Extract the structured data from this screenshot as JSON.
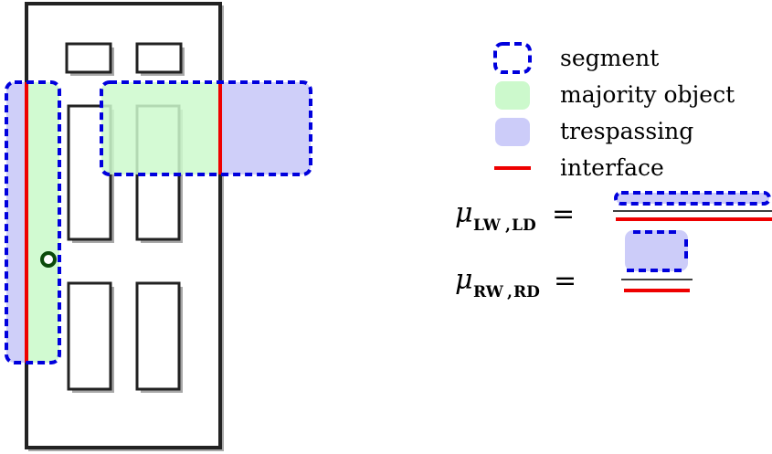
{
  "legend": {
    "segment": "segment",
    "majority": "majority object",
    "trespassing": "trespassing",
    "interface": "interface"
  },
  "formulas": {
    "lw_ld": {
      "mu": "μ",
      "sub_a": "LW",
      "comma": ",",
      "sub_b": "LD",
      "equals": "="
    },
    "rw_rd": {
      "mu": "μ",
      "sub_a": "RW",
      "comma": ",",
      "sub_b": "RD",
      "equals": "="
    }
  },
  "colors": {
    "segment_border": "#0000dd",
    "majority_fill": "#ccf9cc",
    "trespassing_fill": "#ccccf9",
    "interface": "#ee0000",
    "door_stroke": "#222222",
    "door_shadow": "#a8a8a8",
    "knob": "#0a4a0a"
  }
}
